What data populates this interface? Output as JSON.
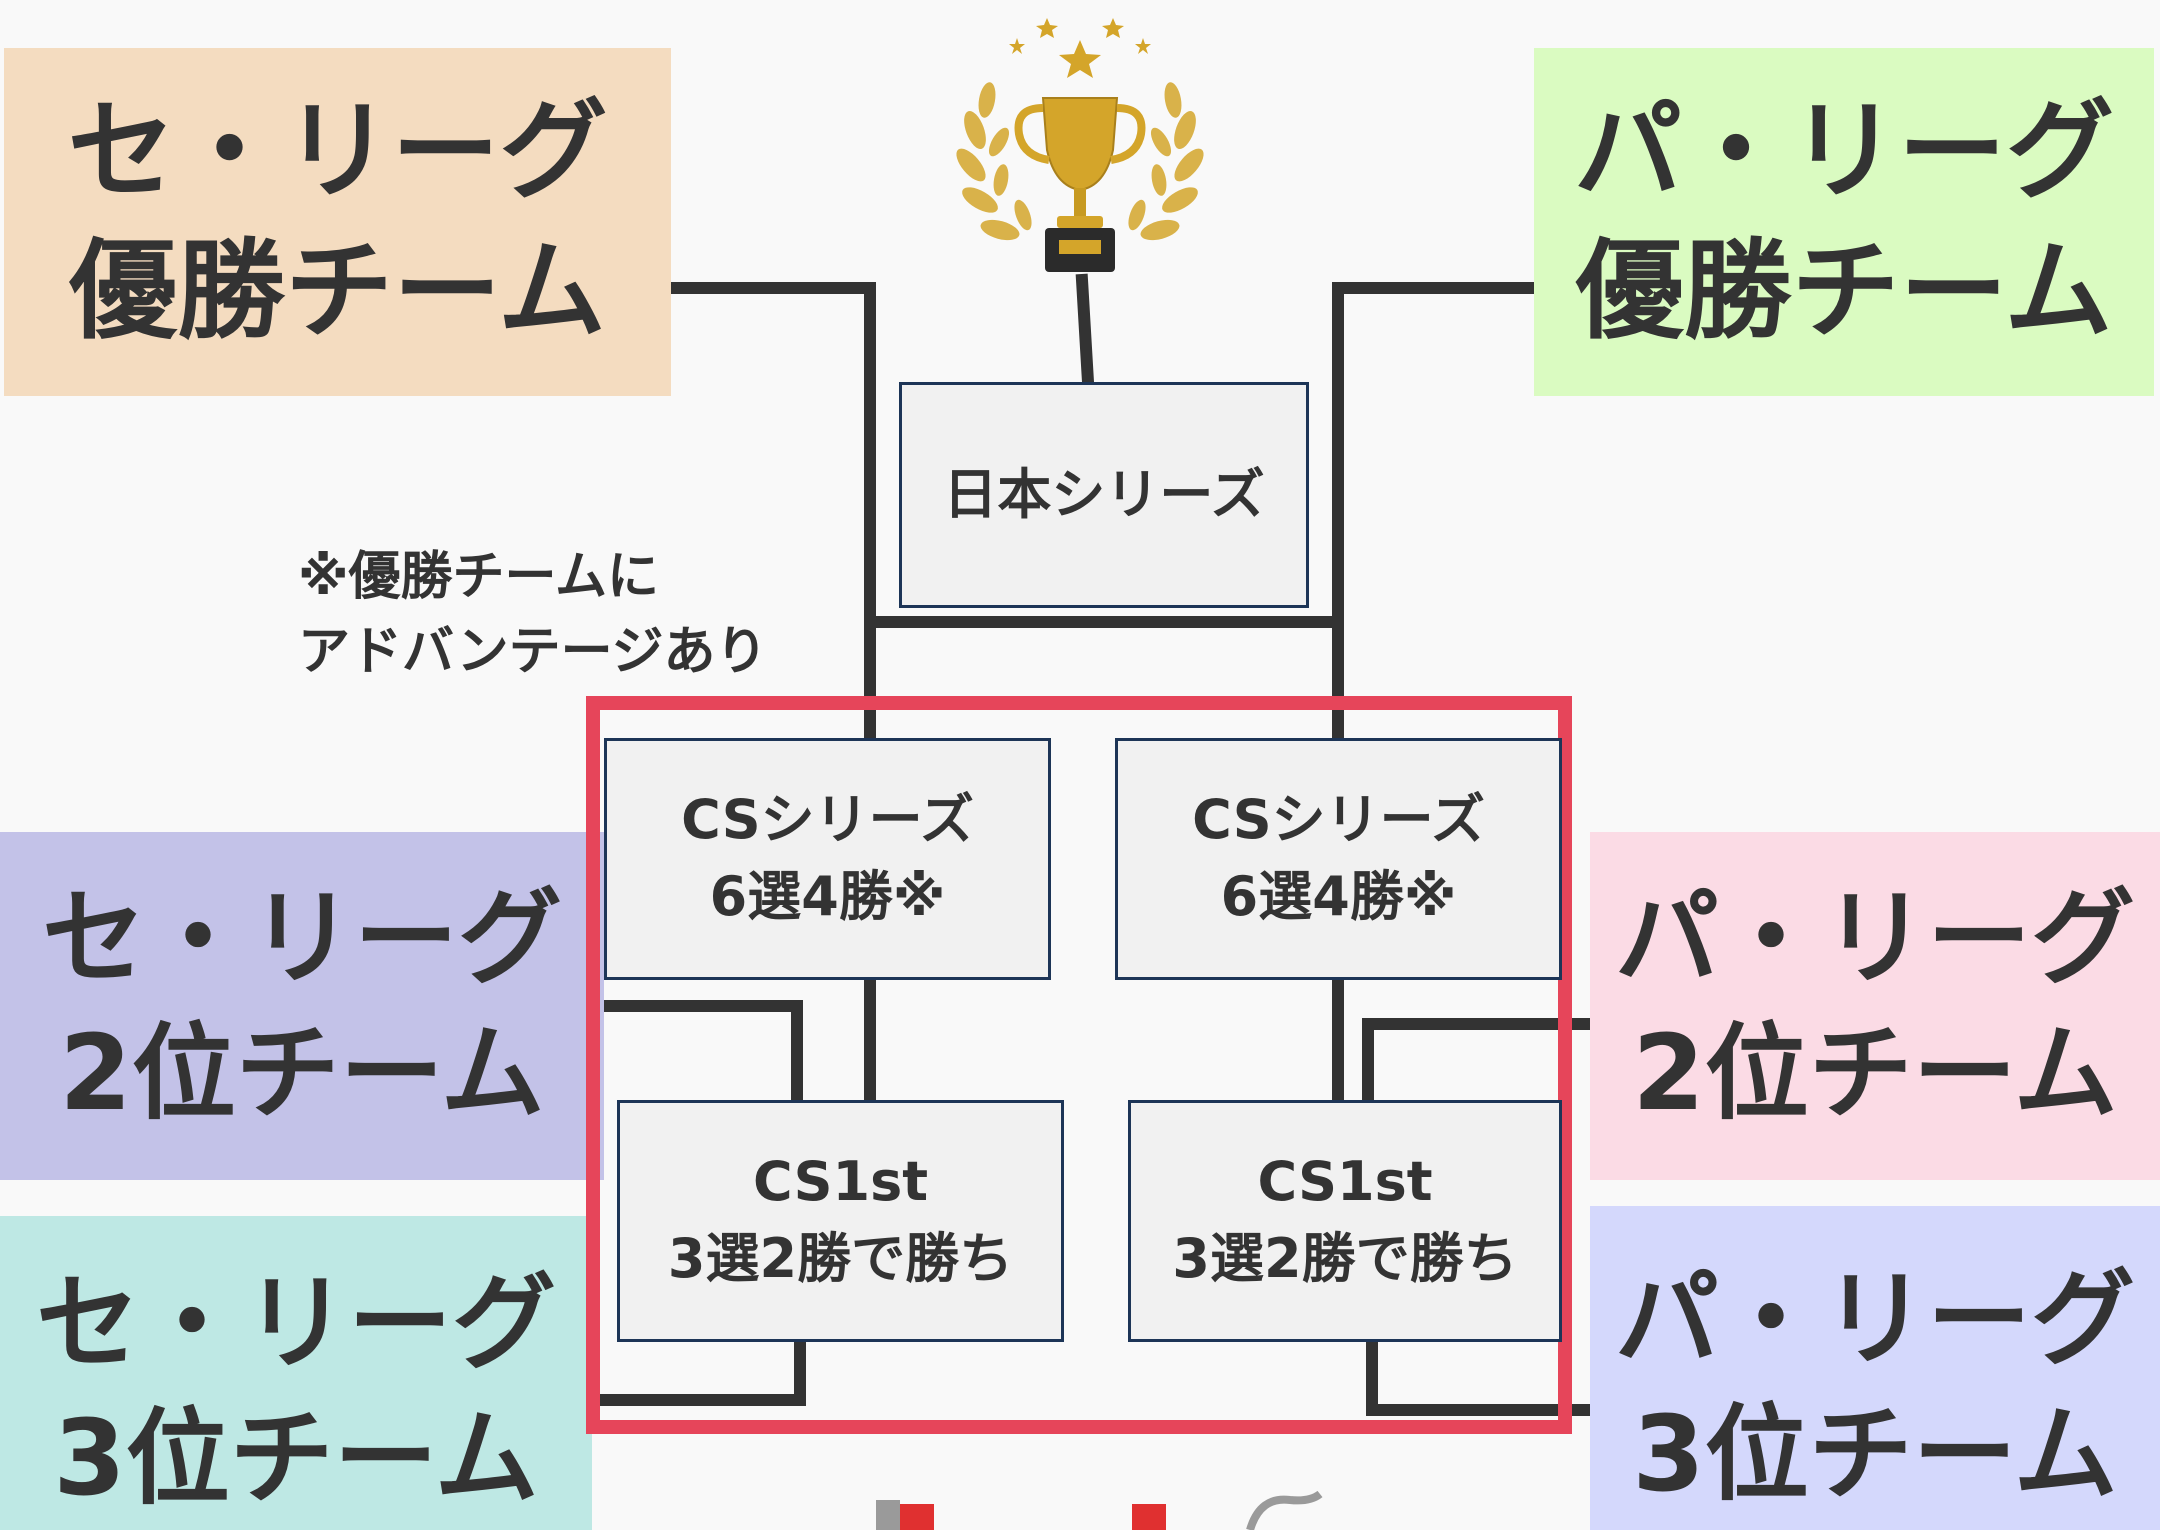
{
  "teams": {
    "ce_winner": {
      "line1": "セ・リーグ",
      "line2": "優勝チーム",
      "color": "#f4dcc0"
    },
    "pa_winner": {
      "line1": "パ・リーグ",
      "line2": "優勝チーム",
      "color": "#dafbc1"
    },
    "ce_second": {
      "line1": "セ・リーグ",
      "line2": "2位チーム",
      "color": "#c3c2e8"
    },
    "pa_second": {
      "line1": "パ・リーグ",
      "line2": "2位チーム",
      "color": "#fbdbe5"
    },
    "ce_third": {
      "line1": "セ・リーグ",
      "line2": "3位チーム",
      "color": "#bee8e4"
    },
    "pa_third": {
      "line1": "パ・リーグ",
      "line2": "3位チーム",
      "color": "#d4d8fc"
    }
  },
  "boxes": {
    "japan_series": {
      "line1": "日本シリーズ"
    },
    "cs_final_ce": {
      "line1": "CSシリーズ",
      "line2": "6選4勝※"
    },
    "cs_final_pa": {
      "line1": "CSシリーズ",
      "line2": "6選4勝※"
    },
    "cs_first_ce": {
      "line1": "CS1st",
      "line2": "3選2勝で勝ち"
    },
    "cs_first_pa": {
      "line1": "CS1st",
      "line2": "3選2勝で勝ち"
    }
  },
  "note": {
    "line1": "※優勝チームに",
    "line2": "アドバンテージあり"
  },
  "colors": {
    "bracket_line": "#333333",
    "box_border": "#1d3557",
    "box_fill": "#f1f1f1",
    "highlight_frame": "#e6455a",
    "trophy_gold": "#d4a52a",
    "logo_red": "#e03030"
  },
  "icons": {
    "trophy": "trophy-laurel-icon",
    "logo": "partial-logo-icon"
  }
}
